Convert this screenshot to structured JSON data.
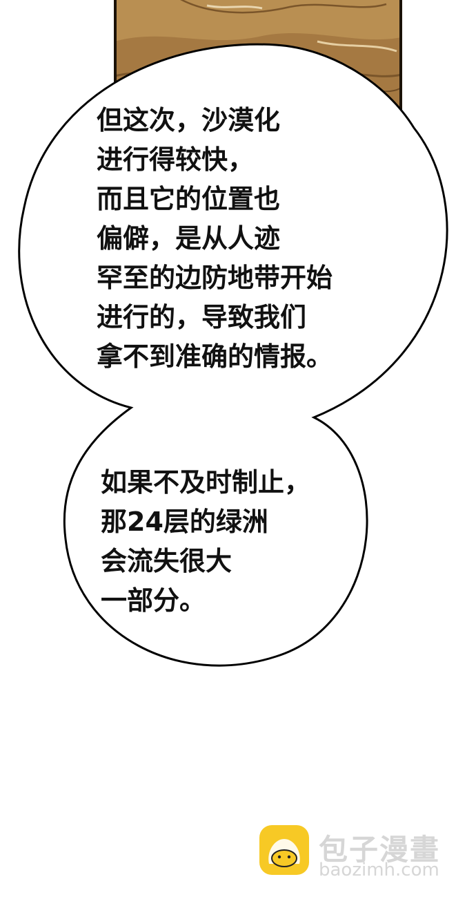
{
  "bubbles": [
    {
      "lines": [
        "但这次，沙漠化",
        "进行得较快，",
        "而且它的位置也",
        "偏僻，是从人迹",
        "罕至的边防地带开始",
        "进行的，导致我们",
        "拿不到准确的情报。"
      ]
    },
    {
      "lines": [
        "如果不及时制止，",
        "那24层的绿洲",
        "会流失很大",
        "一部分。"
      ]
    }
  ],
  "watermark": {
    "name": "包子漫畫",
    "url": "baozimh.com",
    "logo_color": "#f7c925"
  },
  "colors": {
    "desert": "#b98f52",
    "desert_dark": "#8c6535",
    "panel_border": "#1b1208"
  }
}
